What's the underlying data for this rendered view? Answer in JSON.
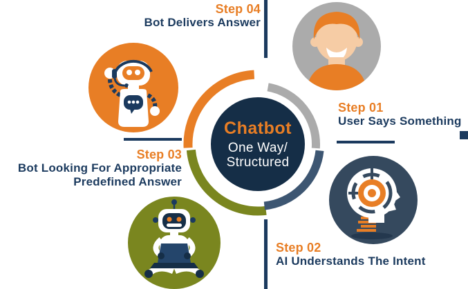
{
  "center": {
    "title": "Chatbot",
    "subtitle1": "One Way/",
    "subtitle2": "Structured"
  },
  "steps": [
    {
      "label": "Step 01",
      "lines": [
        "User Says Something"
      ]
    },
    {
      "label": "Step 02",
      "lines": [
        "AI Understands The Intent"
      ]
    },
    {
      "label": "Step 03",
      "lines": [
        "Bot Looking For Appropriate",
        "Predefined Answer"
      ]
    },
    {
      "label": "Step 04",
      "lines": [
        "Bot Delivers Answer"
      ]
    }
  ],
  "icons": {
    "top_left": "support-robot-waving-icon",
    "top_right": "user-avatar-icon",
    "bottom_right": "ai-head-profile-icon",
    "bottom_left": "robot-with-laptop-icon"
  },
  "colors": {
    "orange": "#E87E25",
    "navy_text": "#1B3A5E",
    "center_circle": "#152E47",
    "gray": "#ABABAB",
    "olive": "#7A861F",
    "slate_arc": "#3D5672",
    "head_circle_bg": "#35495E",
    "skin": "#F6CCA5",
    "background": "#FFFFFF"
  },
  "ring_colors": [
    "#E87E25",
    "#ABABAB",
    "#7A861F",
    "#3D5672"
  ]
}
